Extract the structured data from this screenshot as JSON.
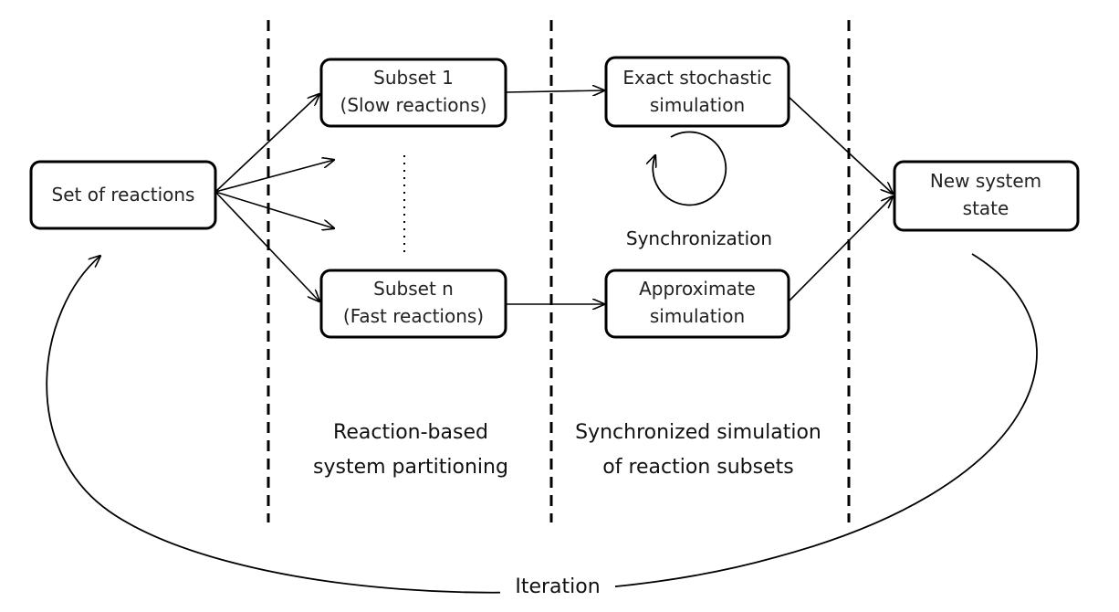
{
  "nodes": {
    "set_of_reactions": {
      "line1": "Set of reactions"
    },
    "subset_1": {
      "line1": "Subset 1",
      "line2": "(Slow reactions)"
    },
    "subset_n": {
      "line1": "Subset n",
      "line2": "(Fast reactions)"
    },
    "exact_sim": {
      "line1": "Exact stochastic",
      "line2": "simulation"
    },
    "approx_sim": {
      "line1": "Approximate",
      "line2": "simulation"
    },
    "new_state": {
      "line1": "New system",
      "line2": "state"
    }
  },
  "labels": {
    "synchronization": "Synchronization",
    "iteration": "Iteration"
  },
  "phases": {
    "partitioning": {
      "line1": "Reaction-based",
      "line2": "system partitioning"
    },
    "synchronized": {
      "line1": "Synchronized simulation",
      "line2": "of reaction subsets"
    }
  }
}
